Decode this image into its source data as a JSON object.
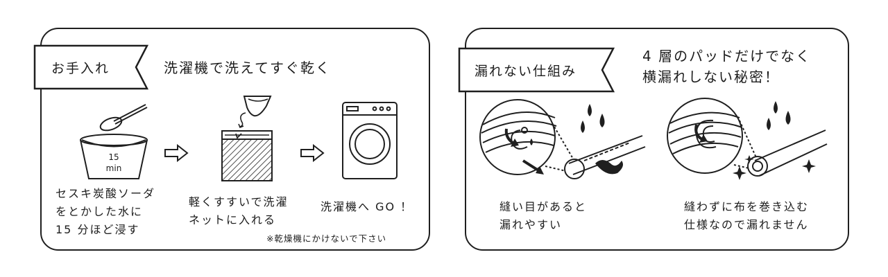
{
  "left_panel": {
    "tag_label": "お手入れ",
    "heading": "洗濯機で洗えてすぐ乾く",
    "steps": [
      {
        "caption_lines": [
          "セスキ炭酸ソーダ",
          "をとかした水に",
          "15 分ほど浸す"
        ],
        "timer_number": "15",
        "timer_unit": "min",
        "icon": "soaking-bowl-icon"
      },
      {
        "caption_lines": [
          "軽くすすいで洗濯",
          "ネットに入れる"
        ],
        "icon": "laundry-net-icon"
      },
      {
        "caption_lines": [
          "洗濯機へ GO ！"
        ],
        "icon": "washing-machine-icon"
      }
    ],
    "note": "※乾燥機にかけないで下さい"
  },
  "right_panel": {
    "tag_label": "漏れない仕組み",
    "heading_lines": [
      "4 層のパッドだけでなく",
      "横漏れしない秘密！"
    ],
    "items": [
      {
        "caption_lines": [
          "縫い目があると",
          "漏れやすい"
        ],
        "icon": "seam-leak-icon"
      },
      {
        "caption_lines": [
          "縫わずに布を巻き込む",
          "仕様なので漏れません"
        ],
        "icon": "rolled-edge-icon"
      }
    ]
  },
  "colors": {
    "ink": "#1c1c1c",
    "background": "#ffffff"
  }
}
